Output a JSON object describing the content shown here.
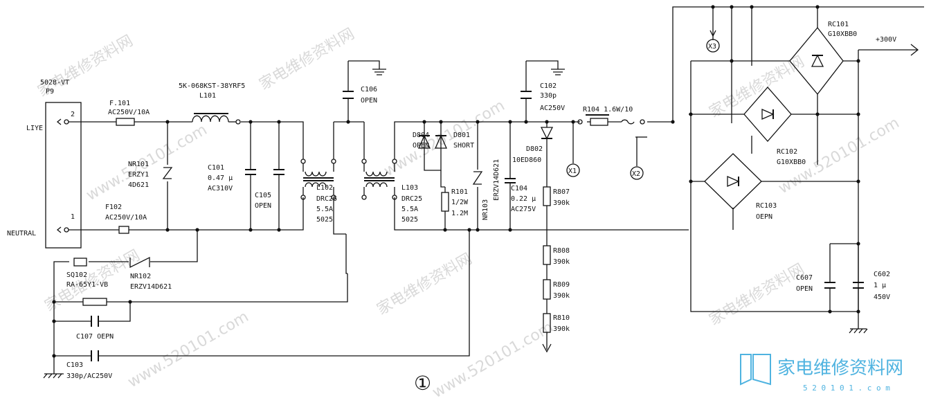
{
  "connector": {
    "name": "5028-VT",
    "ref": "P9",
    "pin_top": "2",
    "pin_bottom": "1",
    "line_label": "LIYE",
    "neutral_label": "NEUTRAL"
  },
  "fuses": {
    "f101": {
      "ref": "F.101",
      "value": "AC250V/10A"
    },
    "f102": {
      "ref": "F102",
      "value": "AC250V/10A"
    }
  },
  "varistors": {
    "nr101": {
      "ref": "NR101",
      "type": "ERZY1",
      "part": "4D621"
    },
    "nr102": {
      "ref": "NR102",
      "part": "ERZV14D621"
    },
    "nr103": {
      "ref": "NR103",
      "part": "ERZV14D621"
    }
  },
  "inductors": {
    "l101": {
      "part": "5K-068KST-38YRF5",
      "ref": "L101"
    },
    "l102": {
      "ref": "L102",
      "type": "DRC25",
      "rating": "5.5A",
      "code": "5025"
    },
    "l103": {
      "ref": "L103",
      "type": "DRC25",
      "rating": "5.5A",
      "code": "5025"
    }
  },
  "capacitors": {
    "c101": {
      "ref": "C101",
      "value": "0.47 μ",
      "rating": "AC310V"
    },
    "c105": {
      "ref": "C105",
      "value": "OPEN"
    },
    "c106": {
      "ref": "C106",
      "value": "OPEN"
    },
    "c102": {
      "ref": "C102",
      "value": "330p",
      "rating": "AC250V"
    },
    "c104": {
      "ref": "C104",
      "value": "0.22 μ",
      "rating": "AC275V"
    },
    "c107": {
      "label": "C107 OEPN"
    },
    "c103": {
      "ref": "C103",
      "value": "330p/AC250V"
    },
    "c607": {
      "ref": "C607",
      "value": "OPEN"
    },
    "c602": {
      "ref": "C602",
      "value": "1 μ",
      "rating": "450V"
    }
  },
  "surge": {
    "sq102": {
      "ref": "SQ102",
      "part": "RA-65Y1-VB"
    }
  },
  "diodes": {
    "d804": {
      "ref": "D804",
      "value": "OPEN"
    },
    "d801": {
      "ref": "D801",
      "value": "SHORT"
    },
    "d802": {
      "ref": "D802",
      "part": "10ED860"
    }
  },
  "resistors": {
    "r101": {
      "ref": "R101",
      "power": "1/2W",
      "value": "1.2M"
    },
    "r104": {
      "label": "R104  1.6W/10"
    },
    "r807": {
      "ref": "R807",
      "value": "390k"
    },
    "r808": {
      "ref": "R808",
      "value": "390k"
    },
    "r809": {
      "ref": "R809",
      "value": "390k"
    },
    "r810": {
      "ref": "R810",
      "value": "390k"
    }
  },
  "bridges": {
    "rc101": {
      "ref": "RC101",
      "part": "G10XBB0"
    },
    "rc102": {
      "ref": "RC102",
      "part": "G10XBB0"
    },
    "rc103": {
      "ref": "RC103",
      "part": "OEPN"
    }
  },
  "nodes": {
    "x1": "X1",
    "x2": "X2",
    "x3": "X3"
  },
  "output_label": "+300V",
  "figure_number": "①",
  "watermarks": {
    "cn": "家电维修资料网",
    "url": "www.520101.com"
  },
  "logo": {
    "text": "家电维修资料网",
    "site": "5 2 0 1 0 1 . c o m"
  },
  "colors": {
    "ink": "#111111",
    "watermark": "#d9d9d9",
    "logo": "#4fb3e0"
  }
}
